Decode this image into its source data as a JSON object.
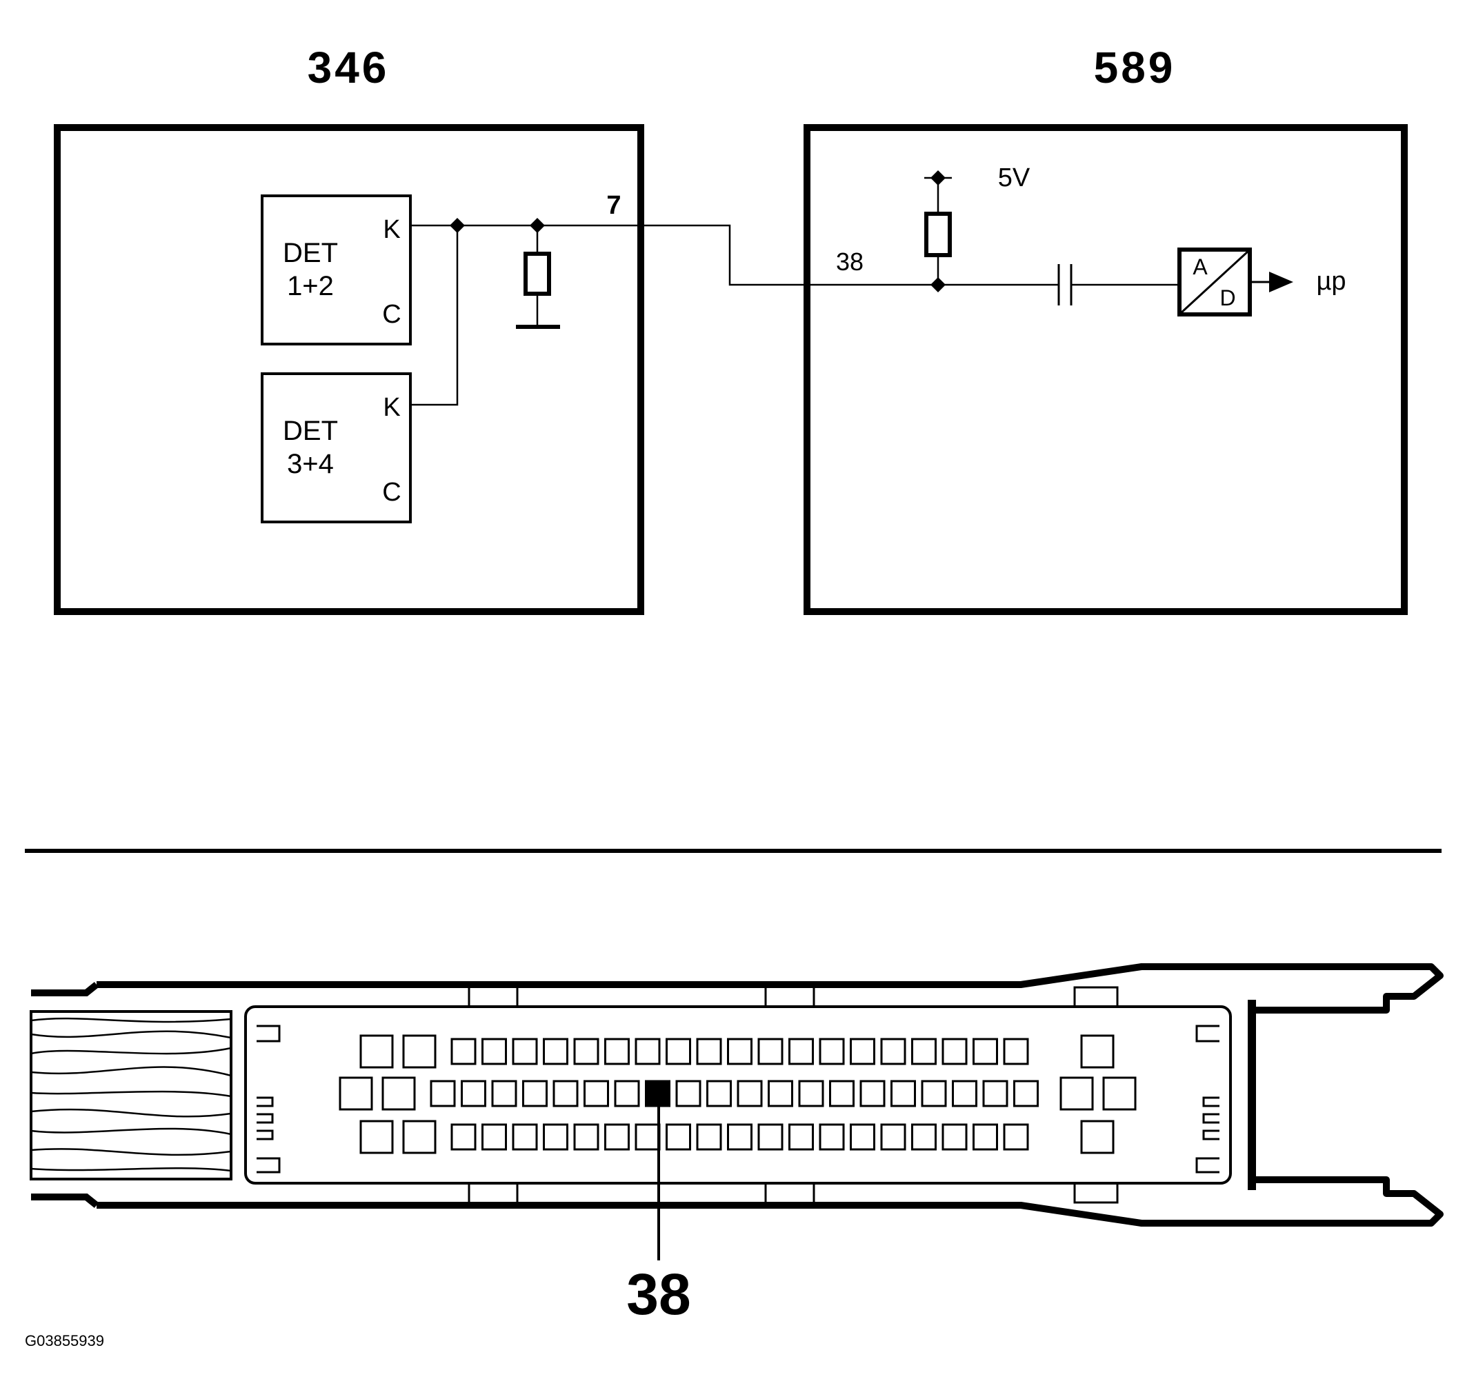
{
  "modules": {
    "left_title": "346",
    "right_title": "589"
  },
  "detectors": [
    {
      "name": "DET",
      "pair": "1+2",
      "k_label": "K",
      "c_label": "C"
    },
    {
      "name": "DET",
      "pair": "3+4",
      "k_label": "K",
      "c_label": "C"
    }
  ],
  "pins": {
    "left_pin": "7",
    "right_pin": "38"
  },
  "supply": "5V",
  "converter": {
    "a_label": "A",
    "d_label": "D"
  },
  "output": "µp",
  "connector": {
    "highlight_label": "38",
    "rows": 3,
    "colors": {
      "highlight_fill": "#000000",
      "line": "#000000",
      "background": "#ffffff"
    }
  },
  "figure_code": "G03855939"
}
